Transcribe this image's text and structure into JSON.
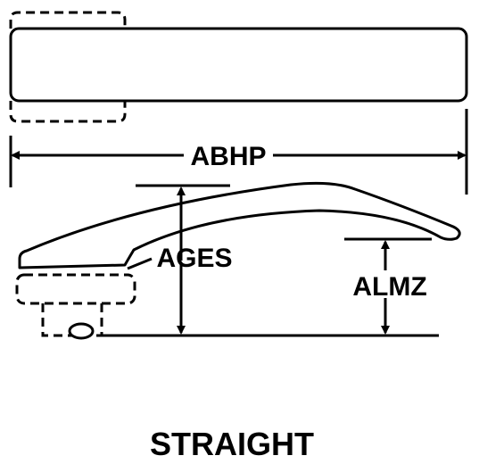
{
  "colors": {
    "line": "#000000",
    "background": "#ffffff"
  },
  "dimensions": {
    "overall_length": "ABHP",
    "height": "AGES",
    "end_height": "ALMZ"
  },
  "caption": "STRAIGHT"
}
